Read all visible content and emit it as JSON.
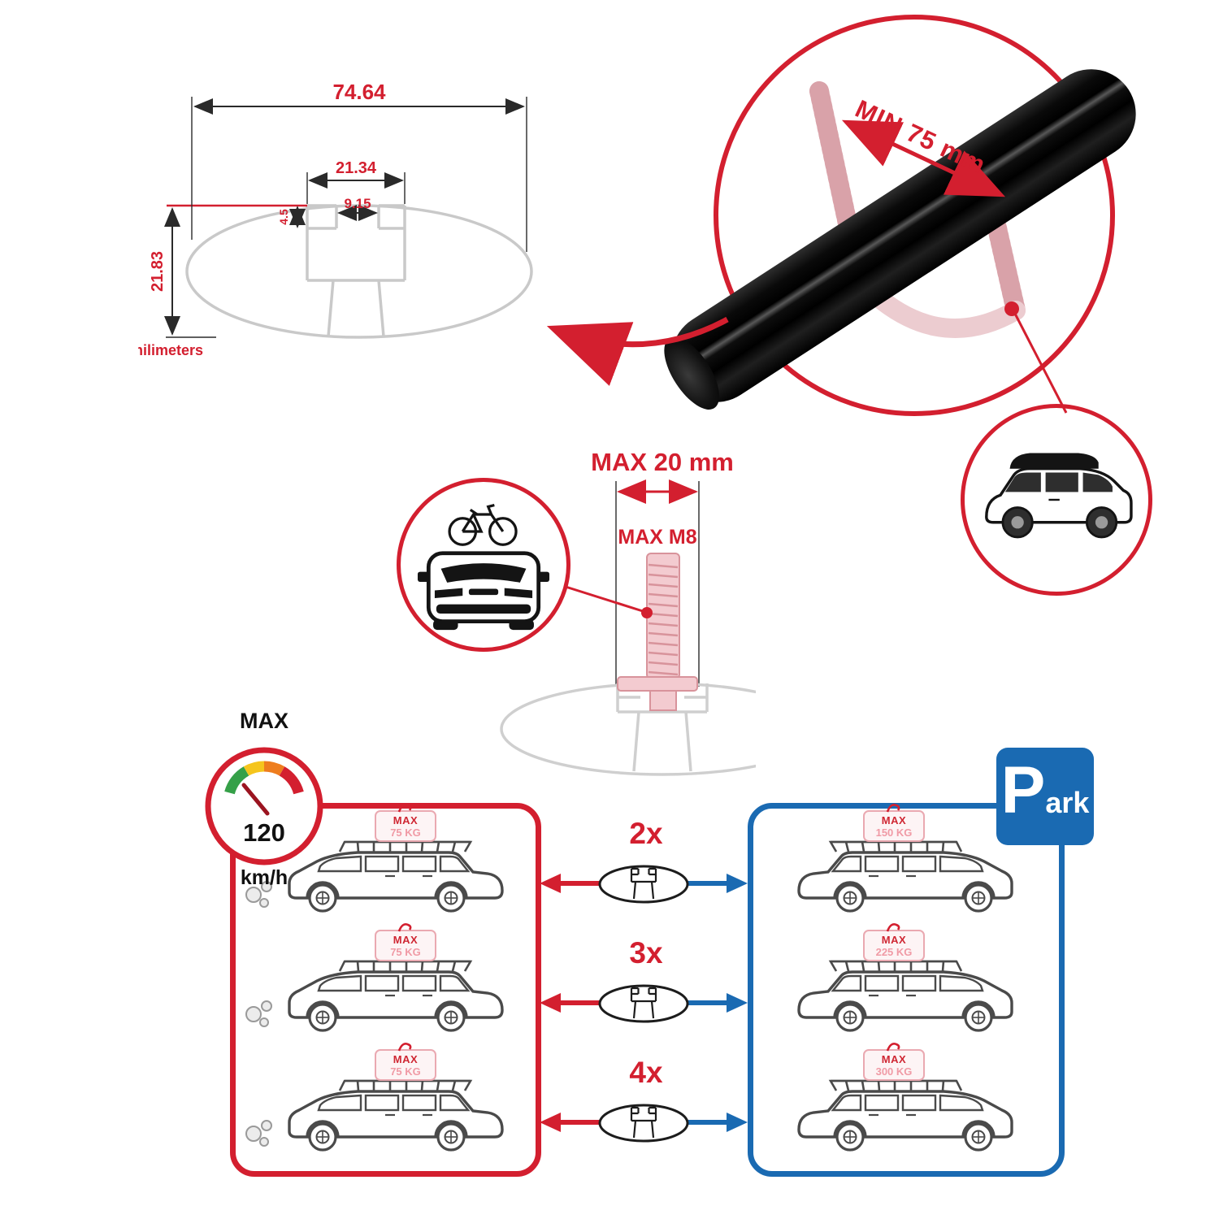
{
  "colors": {
    "red": "#d31f2f",
    "blue": "#1a6ab2",
    "pink": "#f3cbd0",
    "profile_gray": "#c9c9c9",
    "dark": "#141414"
  },
  "icons": {
    "gauge": "speedometer-gauge-icon",
    "parking": "parking-sign-icon",
    "hook": "red-hook-icon",
    "smoke": "exhaust-smoke-icon",
    "crossbar_profile": "crossbar-cross-section-icon",
    "bolt": "t-bolt-icon",
    "u_bolt": "u-bolt-icon",
    "car_roof_basket": "car-with-roof-basket-icon",
    "suv_roof_box": "suv-with-roof-box-icon",
    "car_front_bike": "car-front-with-bike-icon"
  },
  "dimensions": {
    "total_width": "74.64",
    "slot_outer_width": "21.34",
    "slot_inner_width": "9.15",
    "lip_depth": "4.5",
    "total_height": "21.83",
    "units": "milimeters"
  },
  "bar": {
    "min_span": "MIN 75 mm"
  },
  "bolt": {
    "max_width": "MAX 20 mm",
    "max_thread": "MAX M8"
  },
  "speed": {
    "label": "MAX",
    "value": "120",
    "units": "km/h"
  },
  "multipliers": [
    {
      "label": "2x"
    },
    {
      "label": "3x"
    },
    {
      "label": "4x"
    }
  ],
  "driving_panel": {
    "cars": [
      {
        "tag_label": "MAX",
        "tag_value": "75 KG"
      },
      {
        "tag_label": "MAX",
        "tag_value": "75 KG"
      },
      {
        "tag_label": "MAX",
        "tag_value": "75 KG"
      }
    ]
  },
  "parking_panel": {
    "sign_initial": "P",
    "sign_rest": "ark",
    "cars": [
      {
        "tag_label": "MAX",
        "tag_value": "150 KG"
      },
      {
        "tag_label": "MAX",
        "tag_value": "225 KG"
      },
      {
        "tag_label": "MAX",
        "tag_value": "300 KG"
      }
    ]
  }
}
